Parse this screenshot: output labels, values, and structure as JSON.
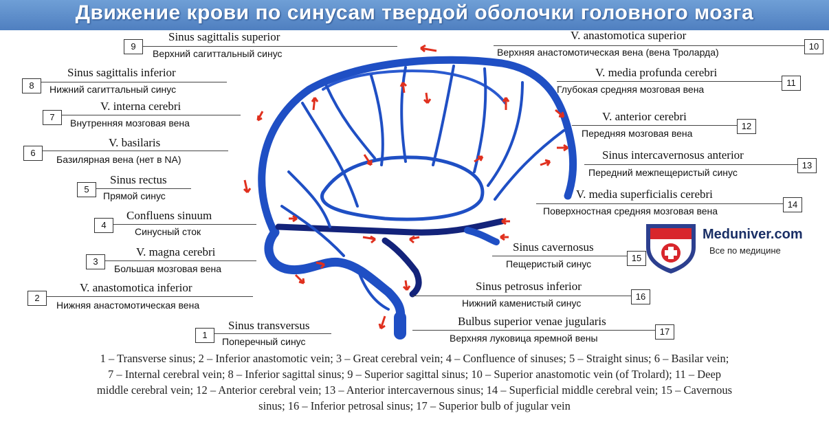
{
  "title": "Движение крови по синусам твердой оболочки головного мозга",
  "labels": [
    {
      "num": "9",
      "lat": "Sinus sagittalis superior",
      "rus": "Верхний сагиттальный синус"
    },
    {
      "num": "8",
      "lat": "Sinus sagittalis inferior",
      "rus": "Нижний сагиттальный синус"
    },
    {
      "num": "7",
      "lat": "V. interna cerebri",
      "rus": "Внутренняя мозговая вена"
    },
    {
      "num": "6",
      "lat": "V. basilaris",
      "rus": "Базилярная вена (нет в NA)"
    },
    {
      "num": "5",
      "lat": "Sinus rectus",
      "rus": "Прямой синус"
    },
    {
      "num": "4",
      "lat": "Confluens sinuum",
      "rus": "Синусный сток"
    },
    {
      "num": "3",
      "lat": "V. magna cerebri",
      "rus": "Большая мозговая вена"
    },
    {
      "num": "2",
      "lat": "V. anastomotica inferior",
      "rus": "Нижняя анастомотическая вена"
    },
    {
      "num": "1",
      "lat": "Sinus transversus",
      "rus": "Поперечный синус"
    },
    {
      "num": "10",
      "lat": "V. anastomotica superior",
      "rus": "Верхняя анастомотическая вена (вена Троларда)"
    },
    {
      "num": "11",
      "lat": "V. media profunda cerebri",
      "rus": "Глубокая средняя мозговая вена"
    },
    {
      "num": "12",
      "lat": "V. anterior cerebri",
      "rus": "Передняя мозговая вена"
    },
    {
      "num": "13",
      "lat": "Sinus intercavernosus anterior",
      "rus": "Передний межпещеристый синус"
    },
    {
      "num": "14",
      "lat": "V. media superficialis cerebri",
      "rus": "Поверхностная средняя мозговая вена"
    },
    {
      "num": "15",
      "lat": "Sinus cavernosus",
      "rus": "Пещеристый синус"
    },
    {
      "num": "16",
      "lat": "Sinus petrosus inferior",
      "rus": "Нижний каменистый синус"
    },
    {
      "num": "17",
      "lat": "Bulbus superior venae jugularis",
      "rus": "Верхняя луковица яремной вены"
    }
  ],
  "logo": {
    "name": "Meduniver.com",
    "tagline": "Все по медицине"
  },
  "legend_lines": [
    "1 – Transverse sinus; 2 – Inferior anastomotic vein; 3 – Great cerebral vein; 4 – Confluence of sinuses; 5 – Straight sinus; 6 – Basilar vein;",
    "7 – Internal cerebral vein; 8 – Inferior sagittal sinus; 9 – Superior sagittal sinus; 10 – Superior anastomotic vein (of Trolard); 11 – Deep",
    "middle cerebral vein; 12 – Anterior cerebral vein; 13 – Anterior intercavernous sinus; 14 – Superficial middle cerebral vein; 15 – Cavernous",
    "sinus; 16 – Inferior petrosal sinus; 17 – Superior bulb of jugular vein"
  ],
  "colors": {
    "vein": "#1f4fc4",
    "vein_dark": "#13237a",
    "arrow": "#e0301e",
    "title_bg": "#5b8bcb"
  }
}
